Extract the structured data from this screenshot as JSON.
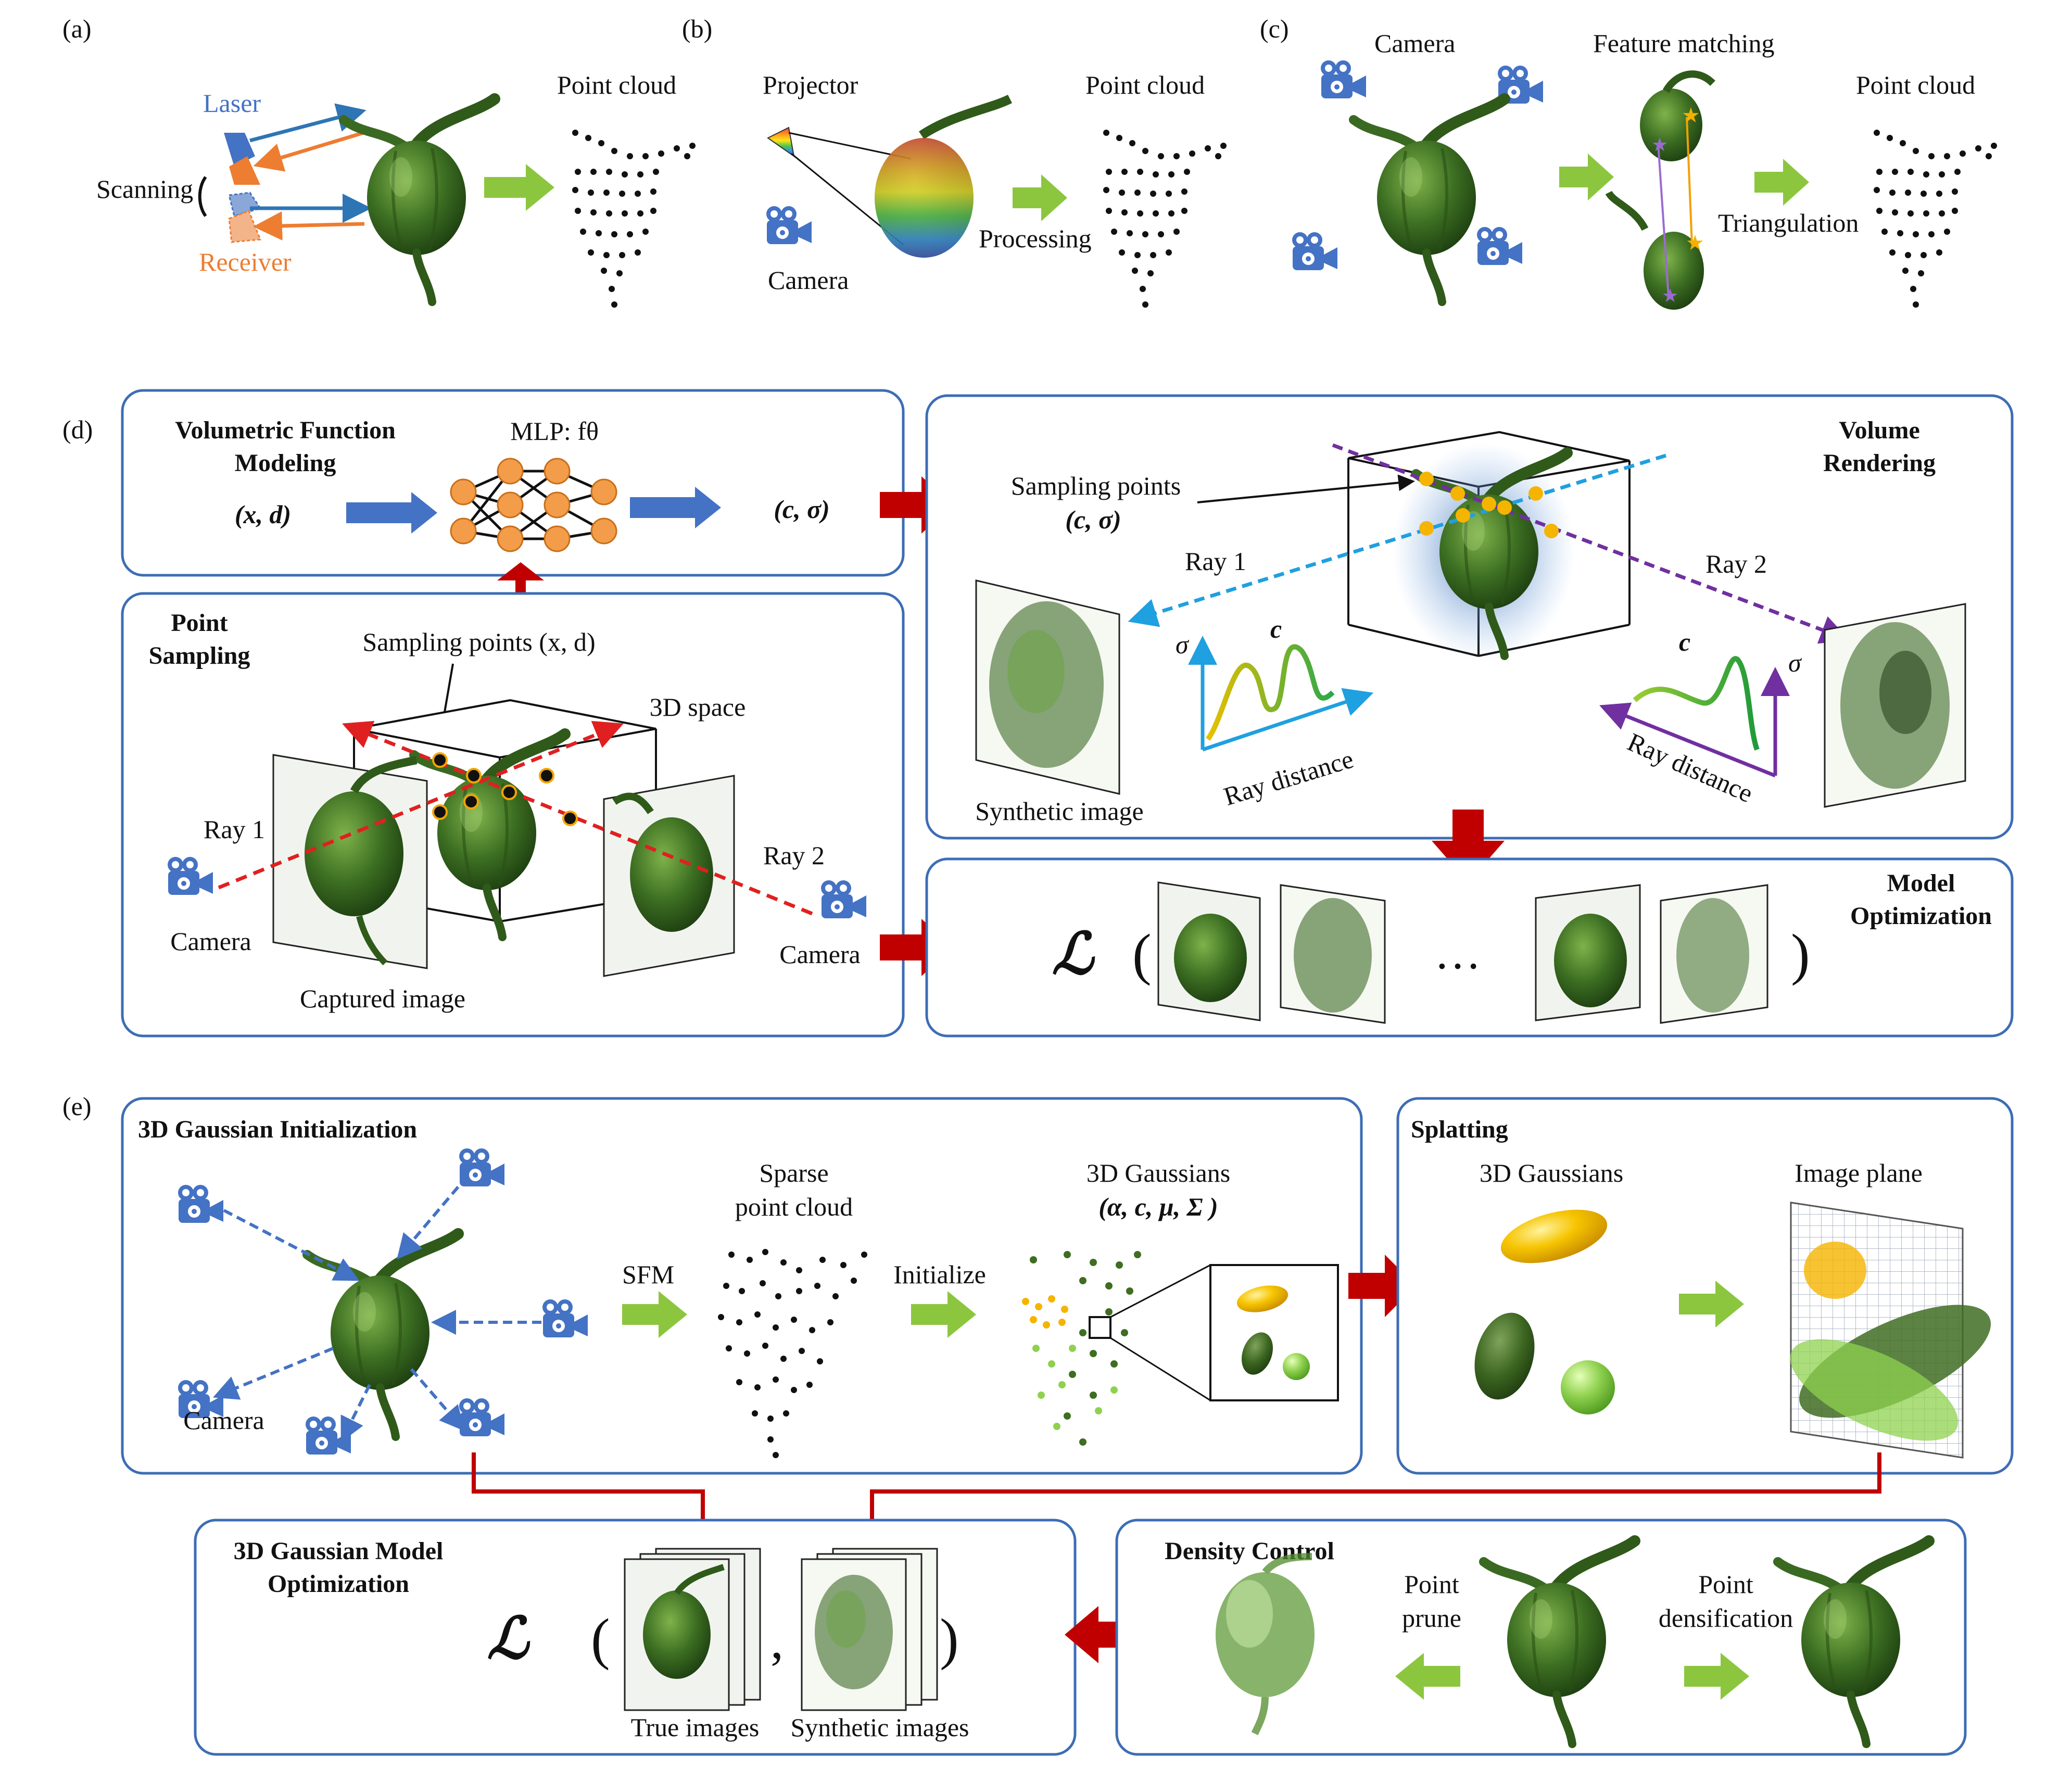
{
  "panels": {
    "a": {
      "tag": "(a)",
      "laser": "Laser",
      "scanning": "Scanning",
      "receiver": "Receiver",
      "point_cloud": "Point cloud"
    },
    "b": {
      "tag": "(b)",
      "projector": "Projector",
      "camera": "Camera",
      "processing": "Processing",
      "point_cloud": "Point cloud"
    },
    "c": {
      "tag": "(c)",
      "camera": "Camera",
      "feature_matching": "Feature matching",
      "triangulation": "Triangulation",
      "point_cloud": "Point cloud"
    },
    "d": {
      "tag": "(d)",
      "vfm_title_1": "Volumetric Function",
      "vfm_title_2": "Modeling",
      "mlp": "MLP: fθ",
      "input": "(x, d)",
      "output": "(c, σ)",
      "vr_title_1": "Volume",
      "vr_title_2": "Rendering",
      "vr_sampling_1": "Sampling points",
      "vr_sampling_2": "(c, σ)",
      "ray1": "Ray 1",
      "ray2": "Ray 2",
      "sigma": "σ",
      "c": "c",
      "ray_distance": "Ray distance",
      "synthetic_image": "Synthetic image",
      "ps_title_1": "Point",
      "ps_title_2": "Sampling",
      "ps_sampling": "Sampling points (x, d)",
      "space": "3D space",
      "camera": "Camera",
      "captured_image": "Captured image",
      "mo_title_1": "Model",
      "mo_title_2": "Optimization",
      "loss": "ℒ",
      "ellipsis": "…"
    },
    "e": {
      "tag": "(e)",
      "init_title": "3D Gaussian Initialization",
      "camera": "Camera",
      "sfm": "SFM",
      "sparse_1": "Sparse",
      "sparse_2": "point cloud",
      "initialize": "Initialize",
      "gaussians": "3D Gaussians",
      "params": "(α, c, μ, Σ )",
      "splat_title": "Splatting",
      "splat_gaussians": "3D Gaussians",
      "image_plane": "Image plane",
      "opt_title_1": "3D Gaussian Model",
      "opt_title_2": "Optimization",
      "loss": "ℒ",
      "true_images": "True images",
      "synthetic_images": "Synthetic images",
      "density_title": "Density Control",
      "prune_1": "Point",
      "prune_2": "prune",
      "dens_1": "Point",
      "dens_2": "densification"
    }
  },
  "colors": {
    "panel_border": "#3d6db5",
    "green_arrow": "#8cc63f",
    "red_arrow": "#c00000",
    "blue_arrow": "#4472c4",
    "laser_blue": "#2e75b6",
    "receiver_orange": "#ed7d31",
    "mlp_node": "#f39c4a",
    "gaussian_yellow": "#f5c000",
    "gaussian_dark": "#3f6d22",
    "gaussian_light": "#8fd14f"
  }
}
